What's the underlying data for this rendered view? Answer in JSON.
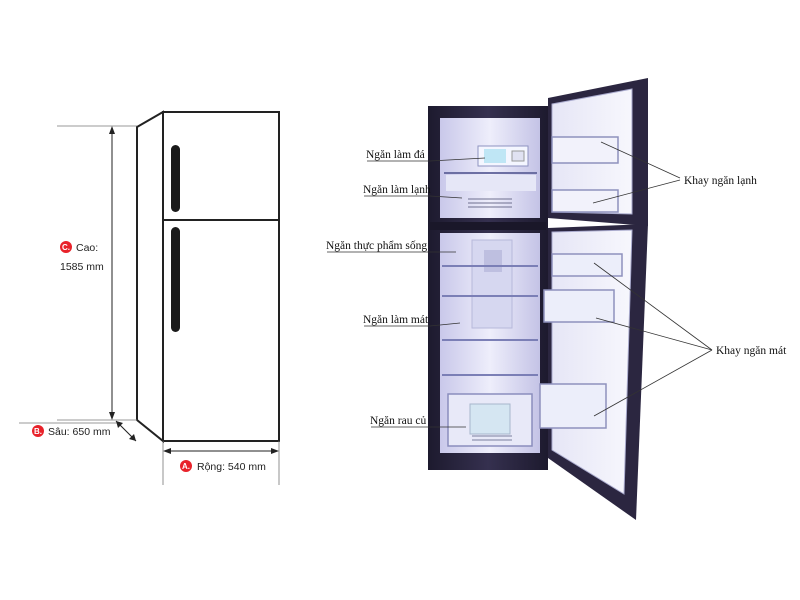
{
  "dimensions": {
    "height": {
      "badge": "C.",
      "label": "Cao:",
      "value": "1585 mm"
    },
    "depth": {
      "badge": "B.",
      "label": "Sâu: 650 mm"
    },
    "width": {
      "badge": "A.",
      "label": "Rộng: 540 mm"
    },
    "badge_color": "#e8222a"
  },
  "callouts": {
    "ice_compartment": "Ngăn làm đá",
    "freezer": "Ngăn làm lạnh",
    "fresh_food": "Ngăn thực phẩm sống",
    "cooling": "Ngăn làm mát",
    "vegetable": "Ngăn rau củ",
    "freezer_door_tray": "Khay ngăn lạnh",
    "fridge_door_tray": "Khay ngăn mát"
  },
  "colors": {
    "fridge_body": "#2a2540",
    "interior": "#dcdcf4",
    "outline": "#222222"
  }
}
